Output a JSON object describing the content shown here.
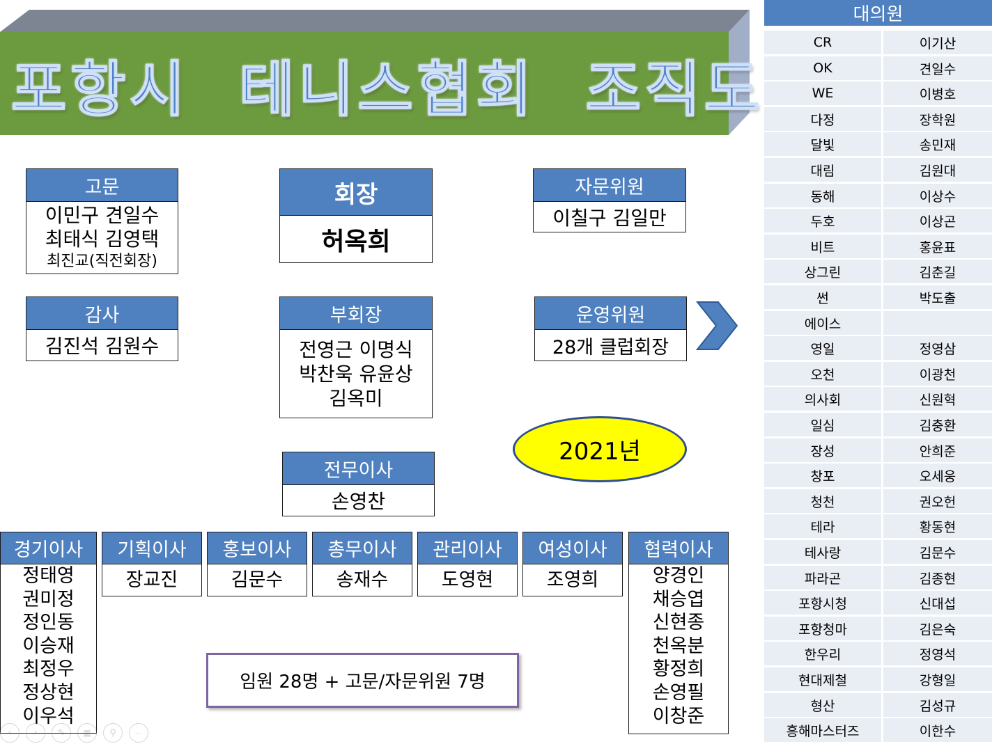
{
  "title": "포항시  테니스협회  조직도",
  "advisor": {
    "header": "고문",
    "lines": [
      "이민구 견일수",
      "최태식 김영택",
      "최진교(직전회장)"
    ]
  },
  "president": {
    "header": "회장",
    "name": "허옥희"
  },
  "consultant": {
    "header": "자문위원",
    "lines": [
      "이칠구 김일만"
    ]
  },
  "auditor": {
    "header": "감사",
    "lines": [
      "김진석 김원수"
    ]
  },
  "vice_president": {
    "header": "부회장",
    "lines": [
      "전영근 이명식",
      "박찬욱 유윤상",
      "김옥미"
    ]
  },
  "operating": {
    "header": "운영위원",
    "lines": [
      "28개 클럽회장"
    ]
  },
  "year_badge": "2021년",
  "executive_director": {
    "header": "전무이사",
    "lines": [
      "손영찬"
    ]
  },
  "directors": [
    {
      "header": "경기이사",
      "lines": [
        "정태영",
        "권미정",
        "정인동",
        "이승재",
        "최정우",
        "정상현",
        "이우석"
      ]
    },
    {
      "header": "기획이사",
      "lines": [
        "장교진"
      ]
    },
    {
      "header": "홍보이사",
      "lines": [
        "김문수"
      ]
    },
    {
      "header": "총무이사",
      "lines": [
        "송재수"
      ]
    },
    {
      "header": "관리이사",
      "lines": [
        "도영현"
      ]
    },
    {
      "header": "여성이사",
      "lines": [
        "조영희"
      ]
    },
    {
      "header": "협력이사",
      "lines": [
        "양경인",
        "채승엽",
        "신현종",
        "천옥분",
        "황정희",
        "손영필",
        "이창준"
      ]
    }
  ],
  "summary": "임원 28명 + 고문/자문위원 7명",
  "delegates": {
    "header": "대의원",
    "rows": [
      [
        "CR",
        "이기산"
      ],
      [
        "OK",
        "견일수"
      ],
      [
        "WE",
        "이병호"
      ],
      [
        "다정",
        "장학원"
      ],
      [
        "달빛",
        "송민재"
      ],
      [
        "대림",
        "김원대"
      ],
      [
        "동해",
        "이상수"
      ],
      [
        "두호",
        "이상곤"
      ],
      [
        "비트",
        "홍윤표"
      ],
      [
        "상그린",
        "김춘길"
      ],
      [
        "썬",
        "박도출"
      ],
      [
        "에이스",
        ""
      ],
      [
        "영일",
        "정영삼"
      ],
      [
        "오천",
        "이광천"
      ],
      [
        "의사회",
        "신원혁"
      ],
      [
        "일심",
        "김충환"
      ],
      [
        "장성",
        "안희준"
      ],
      [
        "창포",
        "오세웅"
      ],
      [
        "청천",
        "권오헌"
      ],
      [
        "테라",
        "황동현"
      ],
      [
        "테사랑",
        "김문수"
      ],
      [
        "파라곤",
        "김종현"
      ],
      [
        "포항시청",
        "신대섭"
      ],
      [
        "포항청마",
        "김은숙"
      ],
      [
        "한우리",
        "정영석"
      ],
      [
        "현대제철",
        "강형일"
      ],
      [
        "형산",
        "김성규"
      ],
      [
        "흥해마스터즈",
        "이한수"
      ]
    ]
  },
  "colors": {
    "header_blue": "#4f81c1",
    "banner_green": "#6c9a3f",
    "badge_yellow": "#ffff00",
    "summary_border": "#8064a2",
    "arrow_blue": "#4f81c1"
  },
  "icons": [
    "chevron-right-icon",
    "prev-slide-icon",
    "next-slide-icon",
    "pen-icon",
    "slides-icon",
    "zoom-icon",
    "more-icon"
  ]
}
